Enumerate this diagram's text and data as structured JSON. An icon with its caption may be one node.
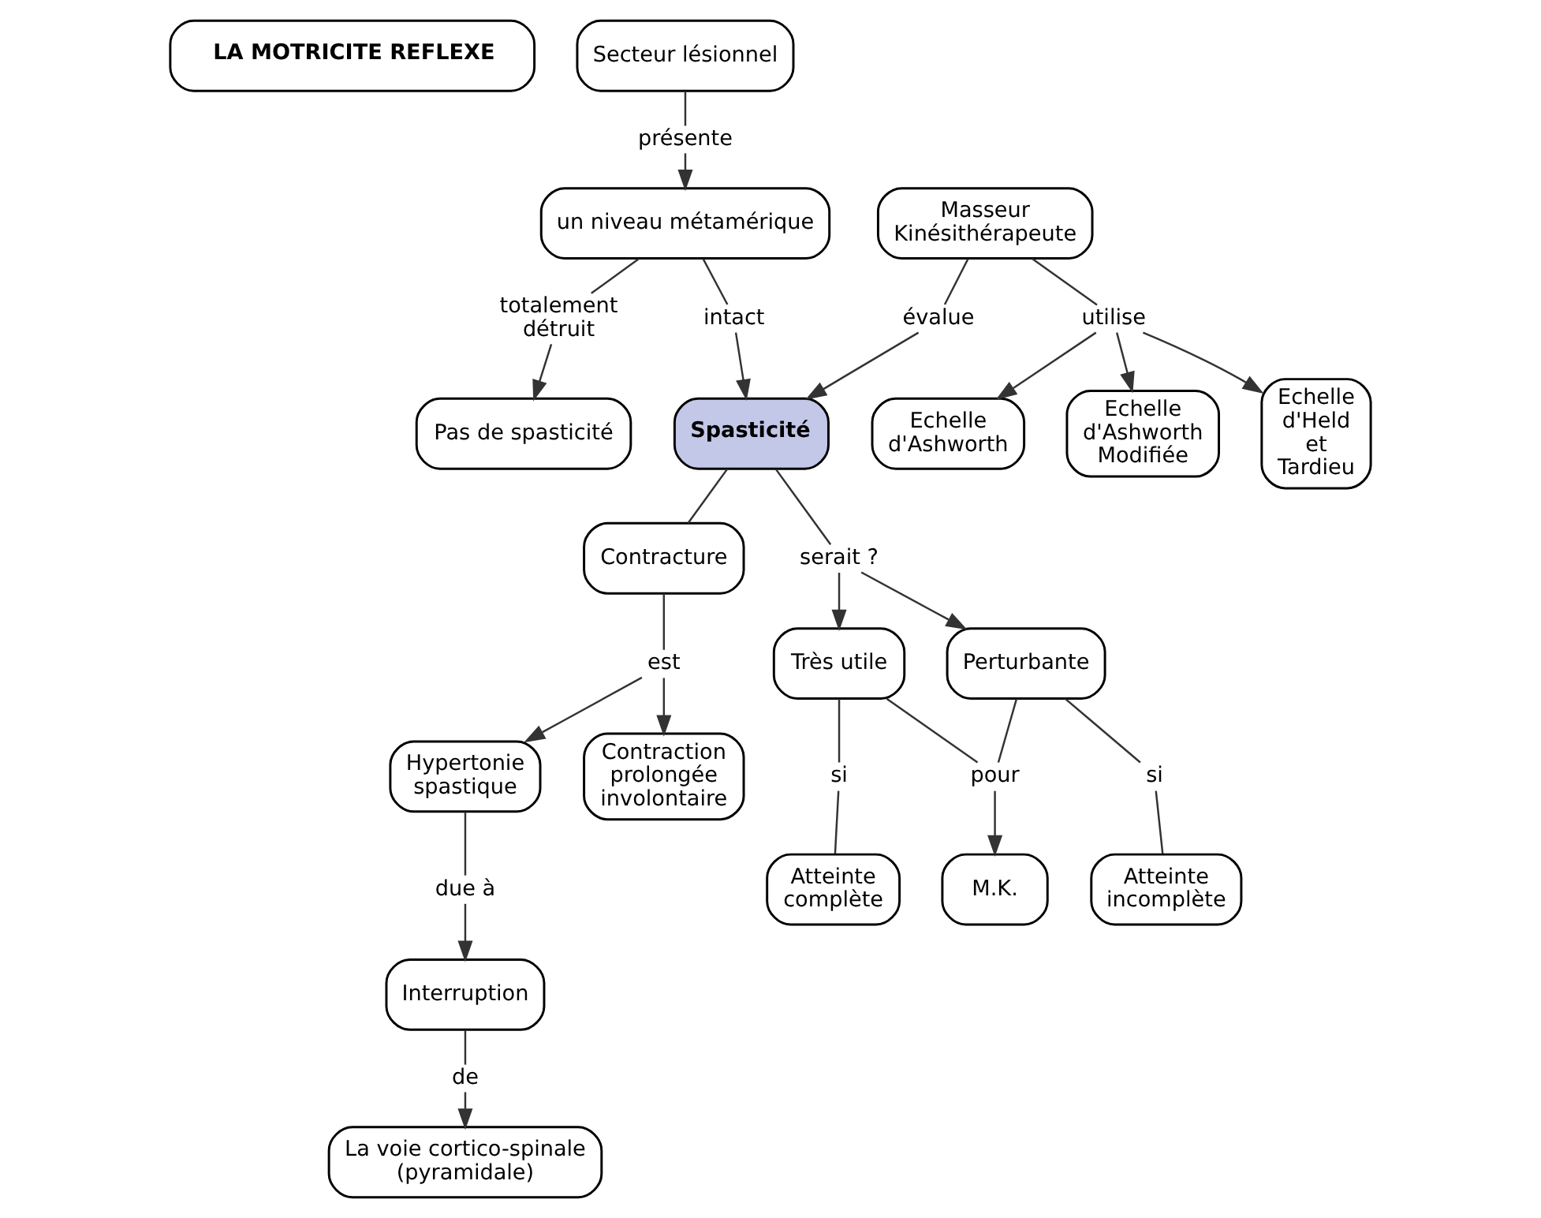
{
  "diagram": {
    "nodes": [
      {
        "text": [
          "LA MOTRICITE REFLEXE"
        ]
      },
      {
        "text": [
          "Secteur lésionnel"
        ]
      },
      {
        "text": [
          "présente"
        ]
      },
      {
        "text": [
          "un niveau métamérique"
        ]
      },
      {
        "text": [
          "totalement détruit"
        ]
      },
      {
        "text": [
          "intact"
        ]
      },
      {
        "text": [
          "Pas de spasticité"
        ]
      },
      {
        "text": [
          "Masseur Kinésithérapeute"
        ]
      },
      {
        "text": [
          "évalue"
        ]
      },
      {
        "text": [
          "utilise"
        ]
      },
      {
        "text": [
          "Echelle d'Ashworth"
        ]
      },
      {
        "text": [
          "Echelle d'Ashworth Modifiée"
        ]
      },
      {
        "text": [
          "Echelle d'Held et Tardieu"
        ]
      },
      {
        "text": [
          "Spasticité"
        ]
      },
      {
        "text": [
          "Contracture"
        ]
      },
      {
        "text": [
          "est"
        ]
      },
      {
        "text": [
          "Hypertonie spastique"
        ]
      },
      {
        "text": [
          "Contraction prolongée involontaire"
        ]
      },
      {
        "text": [
          "due à"
        ]
      },
      {
        "text": [
          "Interruption"
        ]
      },
      {
        "text": [
          "de"
        ]
      },
      {
        "text": [
          "La voie cortico-spinale (pyramidale)"
        ]
      },
      {
        "text": [
          "serait ?"
        ]
      },
      {
        "text": [
          "Très utile"
        ]
      },
      {
        "text": [
          "Perturbante"
        ]
      },
      {
        "text": [
          "si"
        ]
      },
      {
        "text": [
          "pour"
        ]
      },
      {
        "text": [
          "si"
        ]
      },
      {
        "text": [
          "Atteinte complète"
        ]
      },
      {
        "text": [
          "M.K."
        ]
      },
      {
        "text": [
          "Atteinte incomplète"
        ]
      }
    ],
    "edges": [
      {
        "from": 1,
        "to": 2,
        "arrow": "none"
      },
      {
        "from": 2,
        "to": 3,
        "arrow": "to"
      },
      {
        "from": 3,
        "to": 4,
        "arrow": "none"
      },
      {
        "from": 4,
        "to": 6,
        "arrow": "to"
      },
      {
        "from": 3,
        "to": 5,
        "arrow": "none"
      },
      {
        "from": 5,
        "to": 13,
        "arrow": "to"
      },
      {
        "from": 7,
        "to": 8,
        "arrow": "none"
      },
      {
        "from": 8,
        "to": 13,
        "arrow": "to"
      },
      {
        "from": 7,
        "to": 9,
        "arrow": "none"
      },
      {
        "from": 9,
        "to": 10,
        "arrow": "to"
      },
      {
        "from": 9,
        "to": 11,
        "arrow": "to"
      },
      {
        "from": 9,
        "to": 12,
        "arrow": "to"
      },
      {
        "from": 13,
        "to": 14,
        "arrow": "none"
      },
      {
        "from": 14,
        "to": 15,
        "arrow": "none"
      },
      {
        "from": 15,
        "to": 16,
        "arrow": "to"
      },
      {
        "from": 15,
        "to": 17,
        "arrow": "to"
      },
      {
        "from": 16,
        "to": 18,
        "arrow": "none"
      },
      {
        "from": 18,
        "to": 19,
        "arrow": "to"
      },
      {
        "from": 19,
        "to": 20,
        "arrow": "none"
      },
      {
        "from": 20,
        "to": 21,
        "arrow": "to"
      },
      {
        "from": 13,
        "to": 22,
        "arrow": "none"
      },
      {
        "from": 22,
        "to": 23,
        "arrow": "to"
      },
      {
        "from": 22,
        "to": 24,
        "arrow": "to"
      },
      {
        "from": 23,
        "to": 25,
        "arrow": "none"
      },
      {
        "from": 25,
        "to": 28,
        "arrow": "none"
      },
      {
        "from": 23,
        "to": 26,
        "arrow": "none"
      },
      {
        "from": 24,
        "to": 26,
        "arrow": "none"
      },
      {
        "from": 26,
        "to": 29,
        "arrow": "to"
      },
      {
        "from": 24,
        "to": 27,
        "arrow": "none"
      },
      {
        "from": 27,
        "to": 30,
        "arrow": "none"
      }
    ]
  }
}
